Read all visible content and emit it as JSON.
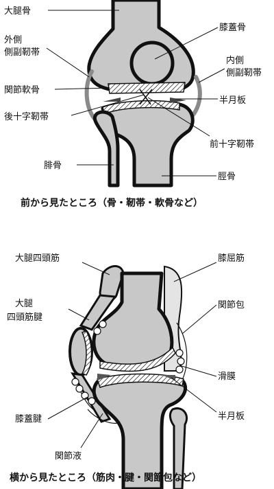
{
  "front_view": {
    "labels": {
      "femur": "大腿骨",
      "patella": "膝蓋骨",
      "lateral_collateral_ligament_1": "外側",
      "lateral_collateral_ligament_2": "側副靭帯",
      "medial_collateral_ligament_1": "内側",
      "medial_collateral_ligament_2": "側副靭帯",
      "articular_cartilage": "関節軟骨",
      "meniscus": "半月板",
      "posterior_cruciate_ligament": "後十字靭帯",
      "anterior_cruciate_ligament": "前十字靭帯",
      "fibula": "腓骨",
      "tibia": "脛骨"
    },
    "caption": "前から見たところ（骨・靭帯・軟骨など）"
  },
  "side_view": {
    "labels": {
      "quadriceps": "大腿四頭筋",
      "hamstrings": "膝屈筋",
      "quadriceps_tendon_1": "大腿",
      "quadriceps_tendon_2": "四頭筋腱",
      "joint_capsule": "関節包",
      "synovium": "滑膜",
      "patellar_tendon": "膝蓋腱",
      "meniscus": "半月板",
      "synovial_fluid": "関節液"
    },
    "caption": "横から見たところ（筋肉・腱・関節包など）"
  },
  "colors": {
    "bone": "#c8c8c8",
    "outline": "#111111",
    "ligament": "#8a8a8a",
    "background": "#ffffff"
  }
}
